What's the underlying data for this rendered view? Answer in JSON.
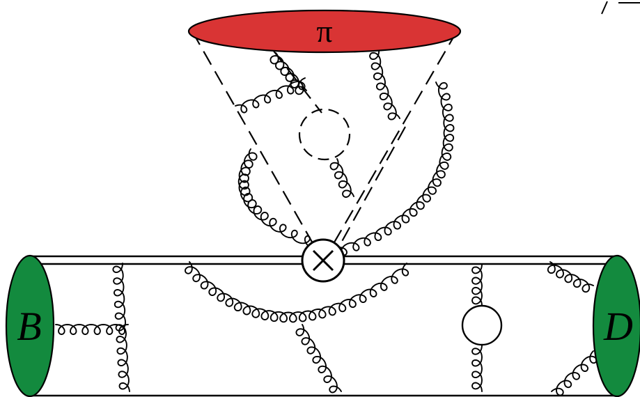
{
  "diagram": {
    "labels": {
      "pion": "π",
      "b_meson": "B",
      "d_meson": "D"
    },
    "colors": {
      "pion_cap": "#d93434",
      "meson_caps": "#138a3e",
      "lines": "#000000",
      "background": "#ffffff"
    },
    "icons": {
      "vertex": "circle-times-icon"
    }
  }
}
